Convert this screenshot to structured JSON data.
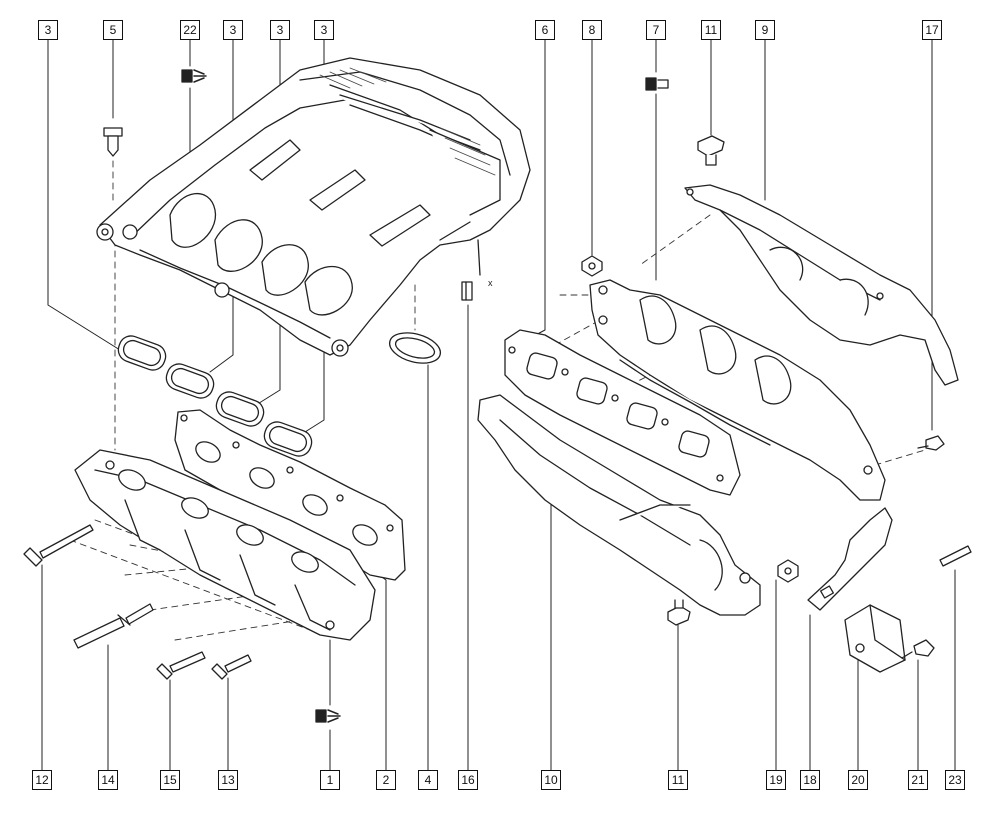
{
  "diagram": {
    "callouts_top": [
      "3",
      "5",
      "22",
      "3",
      "3",
      "3",
      "6",
      "8",
      "7",
      "11",
      "9",
      "17"
    ],
    "callouts_bottom": [
      "12",
      "14",
      "15",
      "13",
      "1",
      "2",
      "4",
      "16",
      "10",
      "11",
      "19",
      "18",
      "20",
      "21",
      "23"
    ],
    "small_mark": "x"
  }
}
